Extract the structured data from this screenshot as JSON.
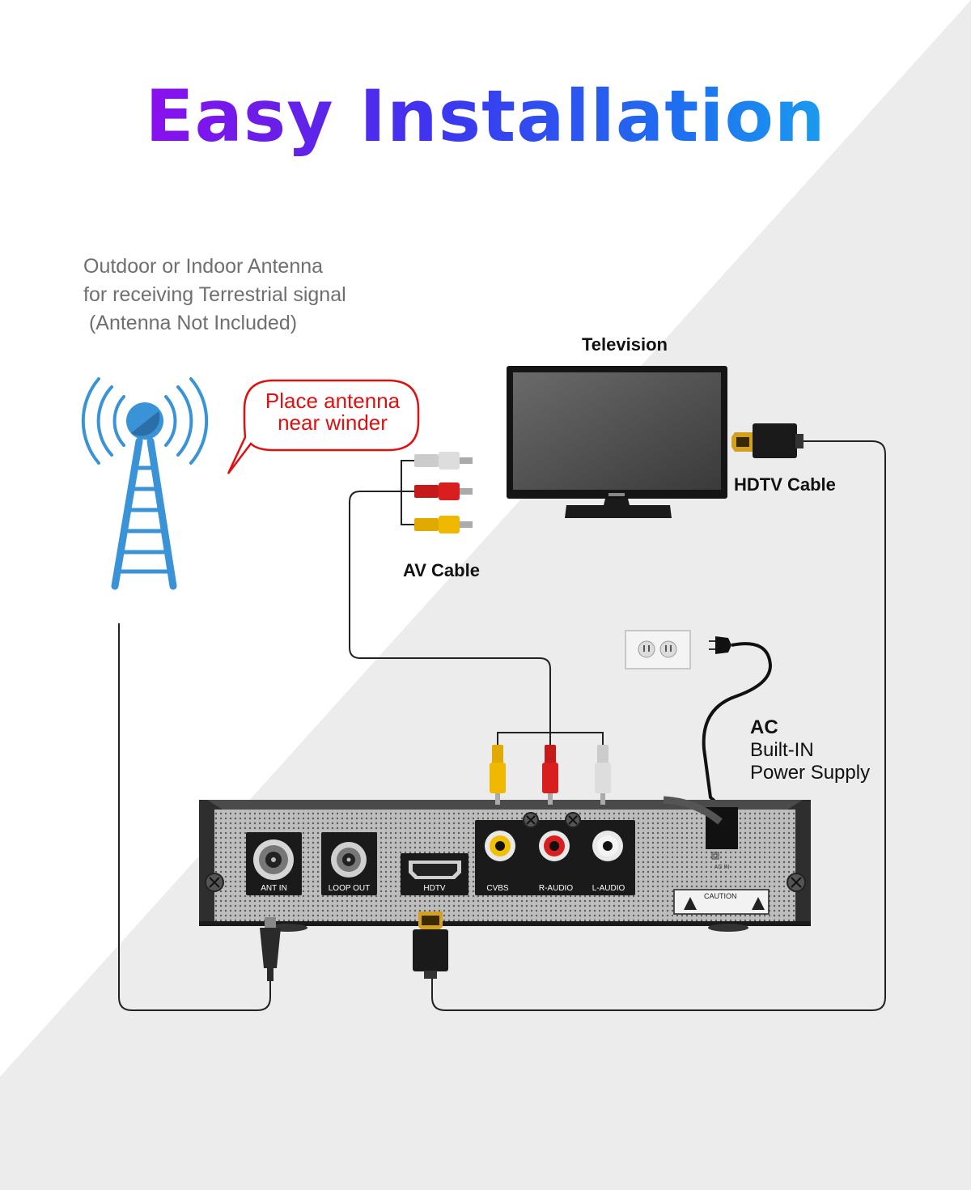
{
  "title": "Easy Installation",
  "antenna_description": {
    "line1": "Outdoor or Indoor Antenna",
    "line2": "for receiving Terrestrial signal",
    "line3": " (Antenna Not Included)"
  },
  "bubble": {
    "line1": "Place antenna",
    "line2": "near winder"
  },
  "labels": {
    "television": "Television",
    "hdtv_cable": "HDTV Cable",
    "av_cable": "AV Cable",
    "ac_line1": "AC",
    "ac_line2": "Built-IN",
    "ac_line3": "Power Supply"
  },
  "ports": {
    "ant_in": "ANT IN",
    "loop_out": "LOOP OUT",
    "hdtv": "HDTV",
    "cvbs": "CVBS",
    "r_audio": "R-AUDIO",
    "l_audio": "L-AUDIO"
  },
  "device_text": {
    "caution": "CAUTION",
    "ac_in": "AC IN"
  },
  "colors": {
    "antenna_blue": "#3a93d6",
    "bubble_red": "#e01010",
    "rca_yellow": "#f0b800",
    "rca_red": "#d81e1e",
    "rca_white": "#d8d8d8",
    "background_gray": "#ececec"
  }
}
